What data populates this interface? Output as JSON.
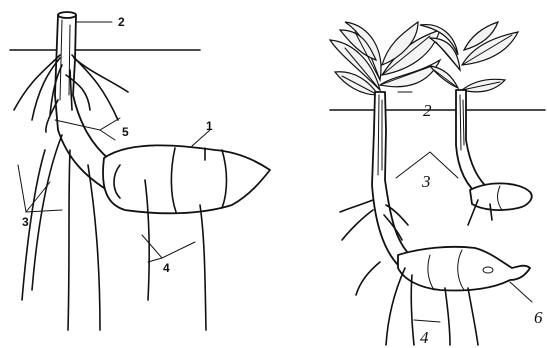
{
  "labels": {
    "left": [
      "2",
      "1",
      "5",
      "3",
      "4"
    ],
    "right": [
      "2",
      "3",
      "6",
      "4"
    ]
  }
}
